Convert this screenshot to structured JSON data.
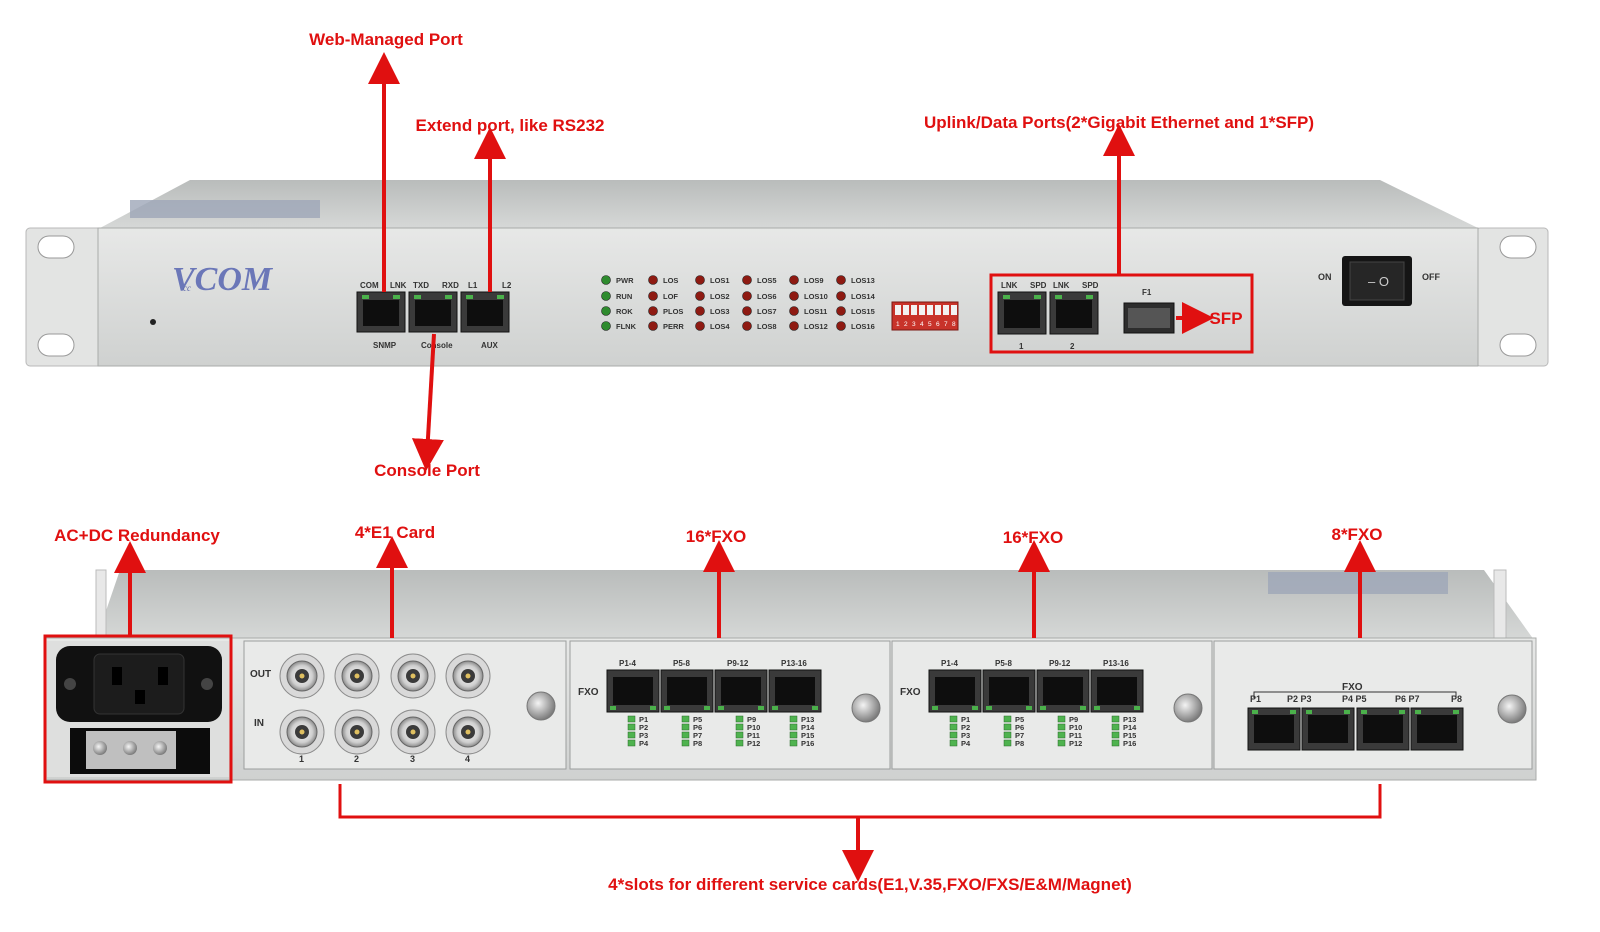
{
  "callouts": {
    "web_managed_port": "Web-Managed Port",
    "extend_port": "Extend port, like RS232",
    "console_port": "Console Port",
    "uplink_ports": "Uplink/Data Ports(2*Gigabit Ethernet and 1*SFP)",
    "sfp": "SFP",
    "ac_dc_redundancy": "AC+DC Redundancy",
    "e1_card": "4*E1 Card",
    "fxo_16_a": "16*FXO",
    "fxo_16_b": "16*FXO",
    "fxo_8": "8*FXO",
    "slots": "4*slots for different service cards(E1,V.35,FXO/FXS/E&M/Magnet)"
  },
  "front": {
    "brand": "VCOM",
    "brand_sub": "cc",
    "port_labels_top": [
      "COM",
      "LNK",
      "TXD",
      "RXD",
      "L1",
      "L2"
    ],
    "port_labels_bottom": [
      "SNMP",
      "Console",
      "AUX"
    ],
    "leds": [
      [
        "PWR",
        "RUN",
        "ROK",
        "FLNK"
      ],
      [
        "LOS",
        "LOF",
        "PLOS",
        "PERR"
      ],
      [
        "LOS1",
        "LOS2",
        "LOS3",
        "LOS4"
      ],
      [
        "LOS5",
        "LOS6",
        "LOS7",
        "LOS8"
      ],
      [
        "LOS9",
        "LOS10",
        "LOS11",
        "LOS12"
      ],
      [
        "LOS13",
        "LOS14",
        "LOS15",
        "LOS16"
      ]
    ],
    "dip_numbers": [
      "1",
      "2",
      "3",
      "4",
      "5",
      "6",
      "7",
      "8"
    ],
    "uplink_labels": [
      "LNK",
      "SPD",
      "LNK",
      "SPD"
    ],
    "uplink_numbers": [
      "1",
      "2"
    ],
    "sfp_label": "F1",
    "switch_on": "ON",
    "switch_off": "OFF"
  },
  "rear": {
    "e1_out": "OUT",
    "e1_in": "IN",
    "e1_numbers": [
      "1",
      "2",
      "3",
      "4"
    ],
    "fxo_label": "FXO",
    "fxo_groups": [
      "P1-4",
      "P5-8",
      "P9-12",
      "P13-16"
    ],
    "fxo_ports": [
      [
        "P1",
        "P2",
        "P3",
        "P4"
      ],
      [
        "P5",
        "P6",
        "P7",
        "P8"
      ],
      [
        "P9",
        "P10",
        "P11",
        "P12"
      ],
      [
        "P13",
        "P14",
        "P15",
        "P16"
      ]
    ],
    "fxo8_title": "FXO",
    "fxo8_ports": [
      "P1",
      "P2 P3",
      "P4 P5",
      "P6 P7",
      "P8"
    ]
  },
  "colors": {
    "annotation": "#e01010",
    "chassis": "#dcdedd",
    "led_green": "#2e8b2e",
    "led_red": "#8e1a12"
  }
}
